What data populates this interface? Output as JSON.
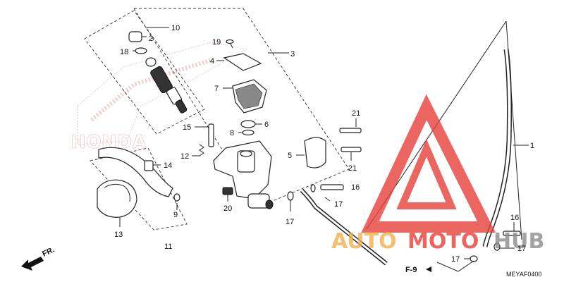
{
  "callouts": {
    "c1": "1",
    "c2": "2",
    "c3": "3",
    "c4": "4",
    "c5": "5",
    "c6": "6",
    "c7": "7",
    "c8": "8",
    "c9": "9",
    "c10": "10",
    "c11": "11",
    "c12": "12",
    "c13": "13",
    "c14": "14",
    "c15": "15",
    "c16a": "16",
    "c16b": "16",
    "c17a": "17",
    "c17b": "17",
    "c17c": "17",
    "c17d": "17",
    "c18": "18",
    "c19": "19",
    "c20": "20",
    "c21a": "21",
    "c21b": "21"
  },
  "references": {
    "front_arrow": "FR.",
    "page_ref": "F-9"
  },
  "diagram_code": "MEYAF0400",
  "watermark": {
    "brand_background": "HONDA",
    "auto": "AUTO",
    "moto": "MOTO",
    "hub": "HUB",
    "colors": {
      "triangle": "#e8403a",
      "auto": "#f2b04a",
      "moto": "#e8403a",
      "hub": "#8b8b8b"
    }
  }
}
